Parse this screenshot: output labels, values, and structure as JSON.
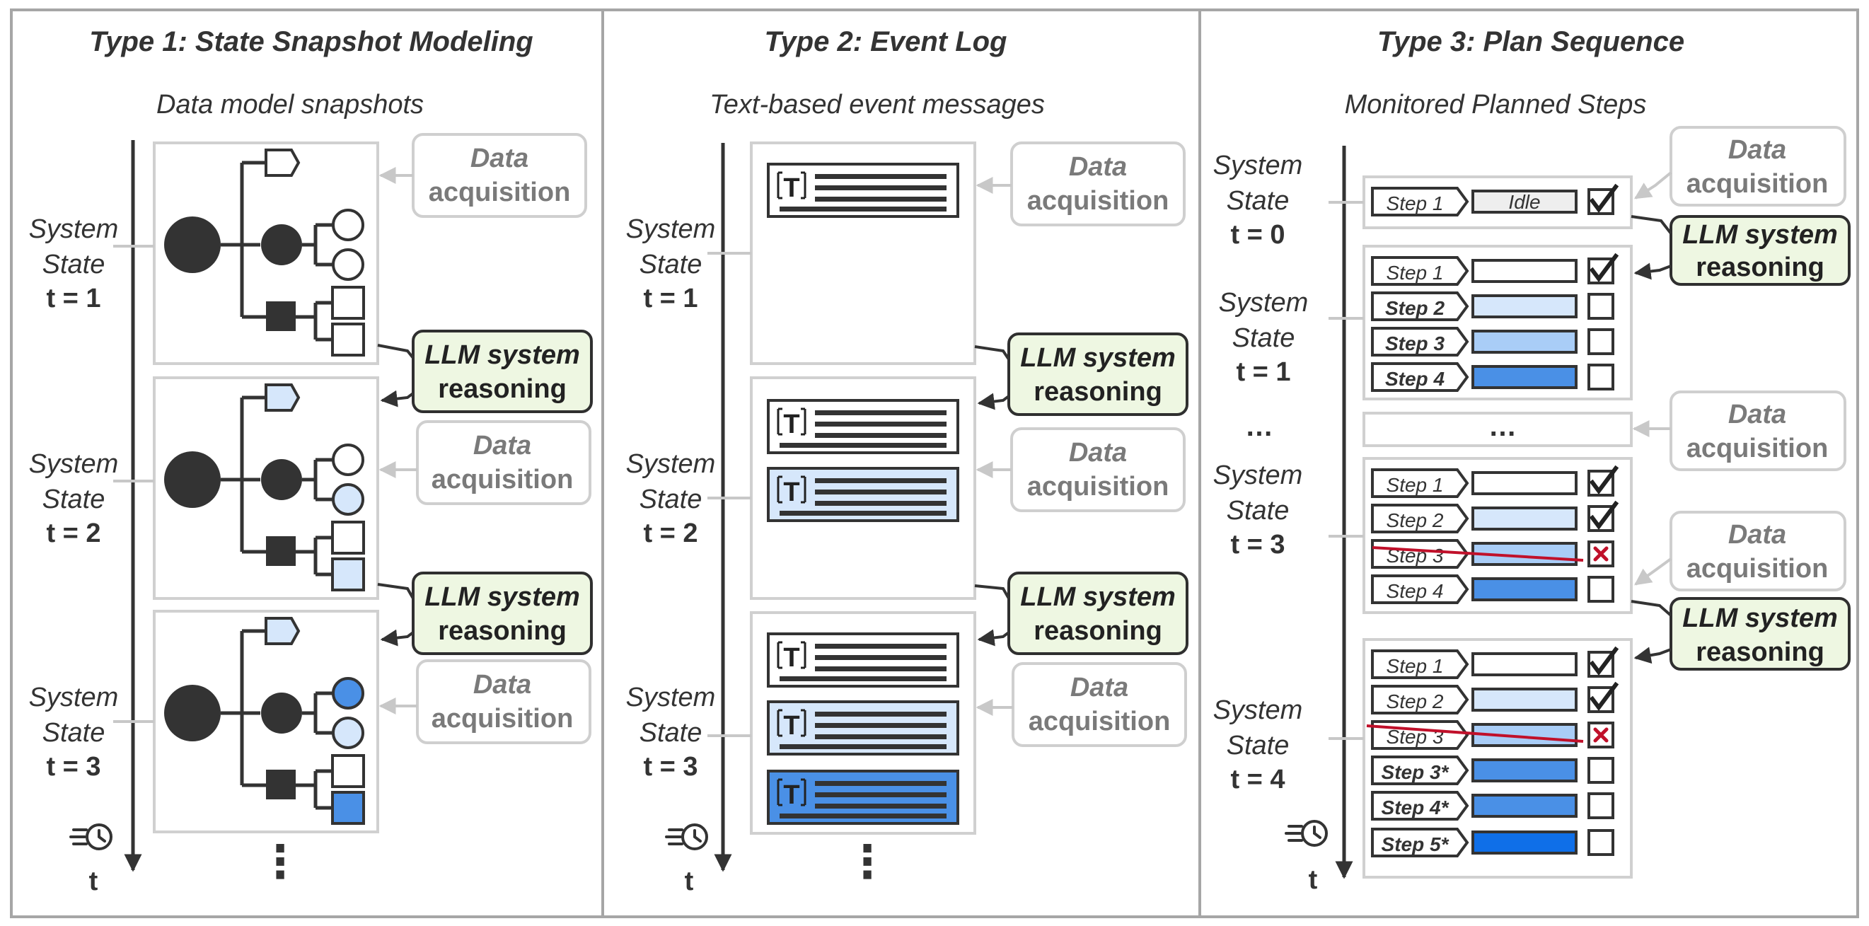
{
  "colors": {
    "dark": "#333333",
    "gray_line": "#c8c8c8",
    "gray_text": "#7a7a7a",
    "llm_fill": "#eef7e2",
    "llm_border": "#2f2f2f",
    "light_blue": "#d6e7fb",
    "mid_blue": "#a9cdf7",
    "strong_blue": "#4a90e6",
    "deep_blue": "#0f6fe8",
    "red": "#c0102a",
    "panel_border": "#a6a6a6"
  },
  "icons": {
    "time": "clock-history-icon",
    "text_doc": "text-document-icon",
    "check": "checkmark-icon",
    "cross": "cross-icon"
  },
  "panel1": {
    "title": "Type 1: State  Snapshot  Modeling",
    "subtitle": "Data  model  snapshots",
    "states": [
      {
        "l1": "System",
        "l2": "State",
        "l3": "t = 1"
      },
      {
        "l1": "System",
        "l2": "State",
        "l3": "t = 2"
      },
      {
        "l1": "System",
        "l2": "State",
        "l3": "t = 3"
      }
    ],
    "data_acq": {
      "l1": "Data",
      "l2": "acquisition"
    },
    "llm": {
      "l1": "LLM system",
      "l2": "reasoning"
    },
    "dots": "⋮",
    "time_label": "t"
  },
  "panel2": {
    "title": "Type 2:  Event  Log",
    "subtitle": "Text-based  event  messages",
    "states": [
      {
        "l1": "System",
        "l2": "State",
        "l3": "t = 1"
      },
      {
        "l1": "System",
        "l2": "State",
        "l3": "t = 2"
      },
      {
        "l1": "System",
        "l2": "State",
        "l3": "t = 3"
      }
    ],
    "data_acq": {
      "l1": "Data",
      "l2": "acquisition"
    },
    "llm": {
      "l1": "LLM system",
      "l2": "reasoning"
    },
    "doc_glyph": "T",
    "dots": "⋮",
    "time_label": "t"
  },
  "panel3": {
    "title": "Type 3: Plan Sequence",
    "subtitle": "Monitored  Planned  Steps",
    "states": [
      {
        "l1": "System",
        "l2": "State",
        "l3": "t = 0"
      },
      {
        "l1": "System",
        "l2": "State",
        "l3": "t = 1"
      },
      {
        "l1": "System",
        "l2": "State",
        "l3": "t = 3"
      },
      {
        "l1": "System",
        "l2": "State",
        "l3": "t = 4"
      }
    ],
    "ellipsis_left": "…",
    "ellipsis_box": "…",
    "data_acq": {
      "l1": "Data",
      "l2": "acquisition"
    },
    "llm": {
      "l1": "LLM system",
      "l2": "reasoning"
    },
    "idle": "Idle",
    "steps": {
      "s1": "Step 1",
      "s2": "Step 2",
      "s3": "Step 3",
      "s4": "Step 4",
      "s3s": "Step 3*",
      "s4s": "Step 4*",
      "s5s": "Step 5*"
    },
    "time_label": "t"
  }
}
